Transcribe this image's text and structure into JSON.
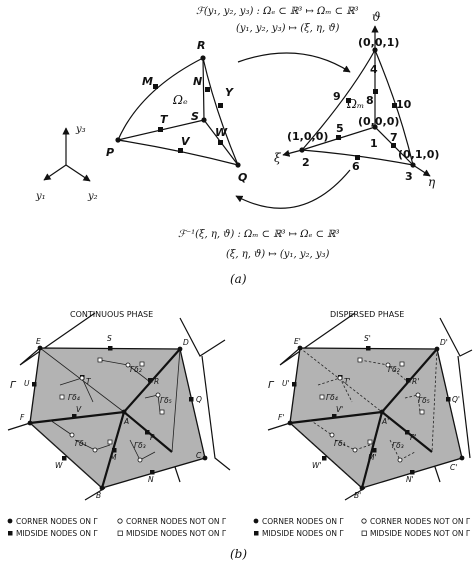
{
  "top": {
    "map_formula_1": "ℱ(y₁, y₂, y₃) : Ωₑ ⊂ ℝ³ ↦ Ωₘ ⊂ ℝ³",
    "map_formula_2": "(y₁, y₂, y₃) ↦ (ξ, η, ϑ)",
    "inv_formula_1": "ℱ⁻¹(ξ, η, ϑ) : Ωₘ ⊂ ℝ³ ↦ Ωₑ ⊂ ℝ³",
    "inv_formula_2": "(ξ, η, ϑ) ↦ (y₁, y₂, y₃)",
    "axes": {
      "y3": "y₃",
      "y1": "y₁",
      "y2": "y₂"
    },
    "element_labels": [
      "R",
      "M",
      "N",
      "Y",
      "T",
      "S",
      "W",
      "P",
      "V",
      "Q"
    ],
    "omega_e": "Ωₑ",
    "omega_m": "Ωₘ",
    "master_labels": [
      "4",
      "9",
      "8",
      "10",
      "5",
      "1",
      "7",
      "2",
      "6",
      "3"
    ],
    "coords": {
      "c001": "(0,0,1)",
      "c000": "(0,0,0)",
      "c100": "(1,0,0)",
      "c010": "(0,1,0)"
    },
    "master_axes": {
      "theta": "ϑ",
      "xi": "ξ",
      "eta": "η"
    },
    "caption": "(a)"
  },
  "bottom": {
    "left_title": "CONTINUOUS PHASE",
    "right_title": "DISPERSED PHASE",
    "gamma": "Γ",
    "left_labels": [
      "E",
      "S",
      "D",
      "U",
      "T",
      "R",
      "F",
      "V",
      "Q",
      "A",
      "M",
      "P",
      "W",
      "N",
      "C",
      "B"
    ],
    "right_labels": [
      "E'",
      "S'",
      "D'",
      "U'",
      "T'",
      "R'",
      "F'",
      "V'",
      "Q'",
      "A'",
      "M'",
      "P'",
      "W'",
      "N'",
      "C'",
      "B'"
    ],
    "left_gammas": [
      "Γδ₂",
      "Γδ₄",
      "Γδ₅",
      "Γδ₁",
      "Γδ₃"
    ],
    "right_gammas": [
      "Γδ₂",
      "Γδ₄",
      "Γδ₅",
      "Γδ₁",
      "Γδ₃"
    ],
    "legend": {
      "corner_on": "CORNER NODES ON Γ",
      "corner_not": "CORNER NODES NOT ON Γ",
      "mid_on": "MIDSIDE NODES ON Γ",
      "mid_not": "MIDSIDE NODES NOT ON Γ"
    },
    "caption": "(b)"
  }
}
